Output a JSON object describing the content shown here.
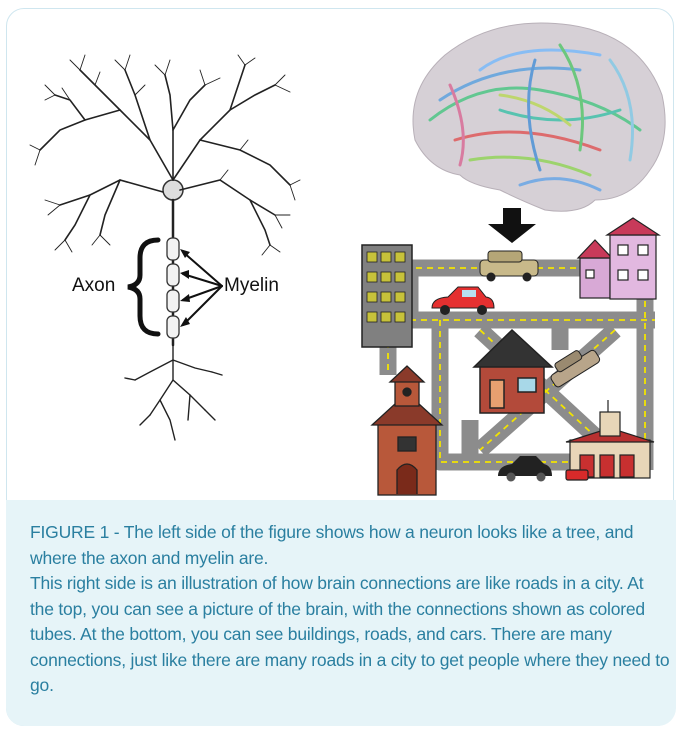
{
  "labels": {
    "axon": "Axon",
    "myelin": "Myelin"
  },
  "caption": {
    "line1": "FIGURE 1 - The left side of the figure shows how a neuron looks like a tree, and where the axon and myelin are.",
    "line2": "This right side is an illustration of how brain connections are like roads in a city. At the top, you can see a picture of the brain, with the connections shown as colored tubes. At the bottom, you can see buildings, roads, and cars. There are many connections, just like there are many roads in a city to get people where they need to go."
  },
  "colors": {
    "caption_text": "#2a7fa0",
    "caption_bg": "#e6f4f8",
    "card_border": "#cfe6ef",
    "road": "#8c8c8c",
    "road_line": "#f2e400"
  }
}
